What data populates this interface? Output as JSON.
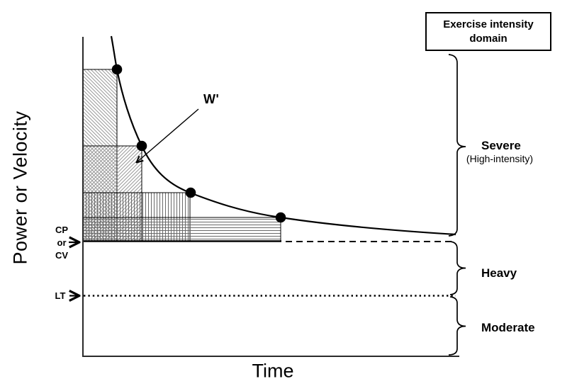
{
  "axes": {
    "y_label": "Power or Velocity",
    "x_label": "Time"
  },
  "annotations": {
    "w_prime": "W'",
    "cp_or_cv": {
      "line1": "CP",
      "line2": "or",
      "line3": "CV"
    },
    "lt": "LT"
  },
  "title_box": {
    "line1": "Exercise intensity",
    "line2": "domain"
  },
  "domains": [
    {
      "label": "Severe",
      "sublabel": "(High-intensity)"
    },
    {
      "label": "Heavy",
      "sublabel": ""
    },
    {
      "label": "Moderate",
      "sublabel": ""
    }
  ],
  "figure": {
    "curve": "hyperbolic power-duration curve",
    "data_point_count": 4,
    "asymptote_line_style": "dashed",
    "lactate_threshold_line_style": "dotted",
    "hatched_rectangles_meaning_label": "W'"
  },
  "colors": {
    "ink": "#000000",
    "hatch_light": "#9a9a9a",
    "hatch_dark": "#6a6a6a",
    "background": "#ffffff"
  }
}
